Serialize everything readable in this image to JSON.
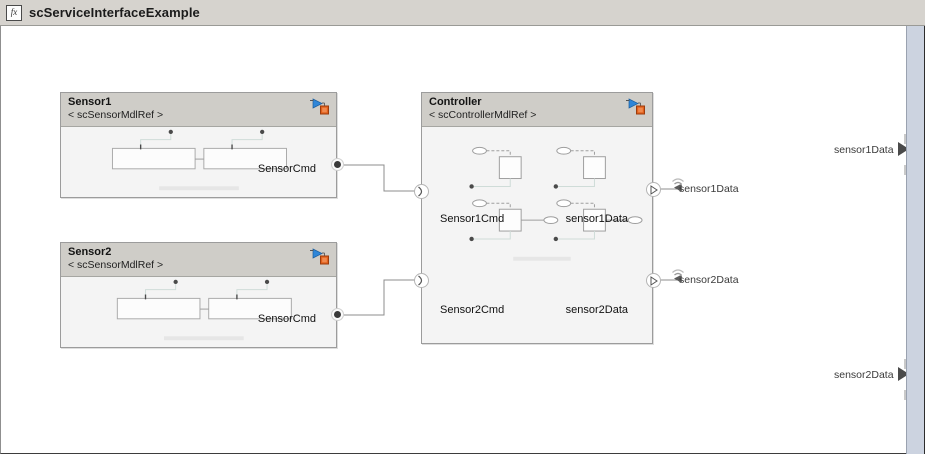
{
  "window": {
    "title": "scServiceInterfaceExample",
    "icon": "fx-icon",
    "icon_glyph": "fx"
  },
  "colors": {
    "titlebar_bg": "#d6d3ce",
    "canvas_bg": "#ffffff",
    "block_header_bg": "#cfcdc8",
    "block_body_bg": "#f4f4f4",
    "block_border": "#9c9c9c",
    "badge_blue": "#2b7fd4",
    "badge_orange": "#e2601c",
    "wire": "#8c8c8c",
    "gutter": "#ccd3e0"
  },
  "blocks": [
    {
      "id": "sensor1",
      "title": "Sensor1",
      "subtitle": "< scSensorMdlRef >",
      "badge": "model-reference-badge",
      "output_port_label": "SensorCmd"
    },
    {
      "id": "sensor2",
      "title": "Sensor2",
      "subtitle": "< scSensorMdlRef >",
      "badge": "model-reference-badge",
      "output_port_label": "SensorCmd"
    },
    {
      "id": "controller",
      "title": "Controller",
      "subtitle": "< scControllerMdlRef >",
      "badge": "model-reference-badge",
      "input_ports": [
        "Sensor1Cmd",
        "Sensor2Cmd"
      ],
      "output_ports": [
        "sensor1Data",
        "sensor2Data"
      ]
    }
  ],
  "service_signals": [
    {
      "id": "svc1",
      "label": "sensor1Data",
      "icon": "broadcast-icon"
    },
    {
      "id": "svc2",
      "label": "sensor2Data",
      "icon": "broadcast-icon"
    }
  ],
  "edge_outputs": [
    {
      "id": "edge1",
      "label": "sensor1Data"
    },
    {
      "id": "edge2",
      "label": "sensor2Data"
    }
  ]
}
